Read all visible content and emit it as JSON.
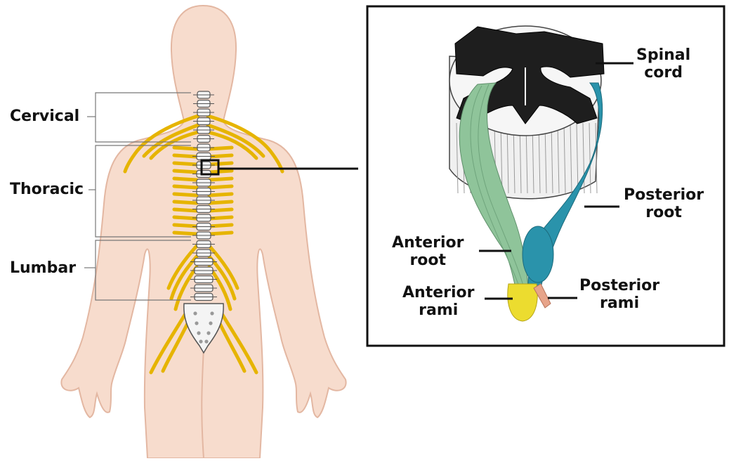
{
  "regions": {
    "cervical": "Cervical",
    "thoracic": "Thoracic",
    "lumbar": "Lumbar"
  },
  "inset": {
    "spinal_cord": [
      "Spinal",
      "cord"
    ],
    "posterior_root": [
      "Posterior",
      "root"
    ],
    "anterior_root": [
      "Anterior",
      "root"
    ],
    "anterior_rami": [
      "Anterior",
      "rami"
    ],
    "posterior_rami": [
      "Posterior",
      "rami"
    ]
  },
  "colors": {
    "skin": "#f7dccd",
    "skin_outline": "#e3b7a2",
    "nerve": "#e6b400",
    "bone": "#f4f4f4",
    "bone_outline": "#555555",
    "anterior_root": "#8fc49a",
    "posterior_root": "#2a93ab",
    "anterior_rami": "#ecdc2f",
    "posterior_rami": "#e7a48a",
    "grey_matter": "#1e1e1e"
  }
}
